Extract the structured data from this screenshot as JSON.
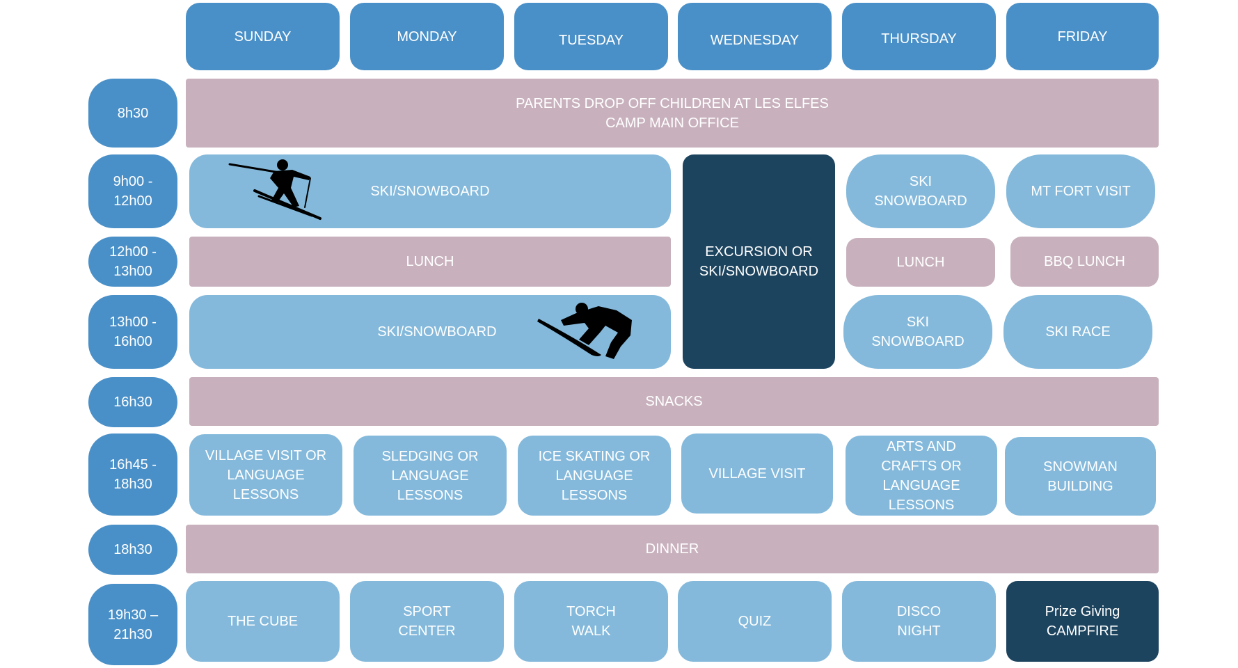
{
  "days": [
    "SUNDAY",
    "MONDAY",
    "TUESDAY",
    "WEDNESDAY",
    "THURSDAY",
    "FRIDAY"
  ],
  "times": {
    "t0830": [
      "8h30"
    ],
    "t0900": [
      "9h00 -",
      "12h00"
    ],
    "t1200": [
      "12h00 -",
      "13h00"
    ],
    "t1300": [
      "13h00 -",
      "16h00"
    ],
    "t1630": [
      "16h30"
    ],
    "t1645": [
      "16h45 -",
      "18h30"
    ],
    "t1830": [
      "18h30"
    ],
    "t1930": [
      "19h30 –",
      "21h30"
    ]
  },
  "events": {
    "drop_off": [
      "PARENTS DROP OFF CHILDREN AT LES ELFES",
      "CAMP MAIN OFFICE"
    ],
    "ski_morning": [
      "SKI/SNOWBOARD"
    ],
    "excursion": [
      "EXCURSION OR",
      "SKI/SNOWBOARD"
    ],
    "thu_ski_morning": [
      "SKI",
      "SNOWBOARD"
    ],
    "fri_morning": [
      "MT FORT VISIT"
    ],
    "lunch": [
      "LUNCH"
    ],
    "thu_lunch": [
      "LUNCH"
    ],
    "fri_lunch": [
      "BBQ LUNCH"
    ],
    "ski_afternoon": [
      "SKI/SNOWBOARD"
    ],
    "thu_ski_afternoon": [
      "SKI",
      "SNOWBOARD"
    ],
    "fri_afternoon": [
      "SKI RACE"
    ],
    "snacks": [
      "SNACKS"
    ],
    "sun_evening_act": [
      "VILLAGE VISIT OR",
      "LANGUAGE",
      "LESSONS"
    ],
    "mon_evening_act": [
      "SLEDGING OR",
      "LANGUAGE",
      "LESSONS"
    ],
    "tue_evening_act": [
      "ICE SKATING OR",
      "LANGUAGE",
      "LESSONS"
    ],
    "wed_evening_act": [
      "VILLAGE VISIT"
    ],
    "thu_evening_act": [
      "ARTS AND",
      "CRAFTS OR",
      "LANGUAGE",
      "LESSONS"
    ],
    "fri_evening_act": [
      "SNOWMAN",
      "BUILDING"
    ],
    "dinner": [
      "DINNER"
    ],
    "sun_night": [
      "THE CUBE"
    ],
    "mon_night": [
      "SPORT",
      "CENTER"
    ],
    "tue_night": [
      "TORCH",
      "WALK"
    ],
    "wed_night": [
      "QUIZ"
    ],
    "thu_night": [
      "DISCO",
      "NIGHT"
    ],
    "fri_night": [
      "Prize Giving",
      "CAMPFIRE"
    ]
  },
  "icons": [
    "skier-icon",
    "snowboarder-icon"
  ],
  "colors": {
    "header": "#4a90c8",
    "activity": "#84b9db",
    "meal": "#c8b1bd",
    "highlight": "#1d445f",
    "text": "#ffffff"
  }
}
